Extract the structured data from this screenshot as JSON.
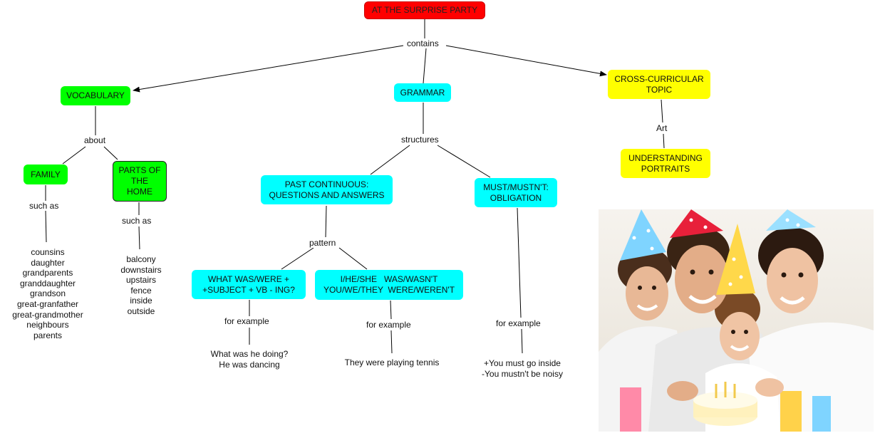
{
  "root": {
    "label": "AT THE SURPRISE PARTY"
  },
  "links": {
    "contains": "contains",
    "about": "about",
    "such_as_1": "such as",
    "such_as_2": "such as",
    "structures": "structures",
    "pattern": "pattern",
    "for_example_1": "for example",
    "for_example_2": "for example",
    "for_example_3": "for example",
    "art": "Art"
  },
  "nodes": {
    "vocabulary": "VOCABULARY",
    "grammar": "GRAMMAR",
    "cross_curricular": [
      "CROSS-CURRICULAR",
      "TOPIC"
    ],
    "family": "FAMILY",
    "parts_of_home": [
      "PARTS OF",
      "THE",
      "HOME"
    ],
    "past_continuous": [
      "PAST CONTINUOUS:",
      "QUESTIONS AND ANSWERS"
    ],
    "must_mustnt": [
      "MUST/MUSTN'T:",
      "OBLIGATION"
    ],
    "what_was": [
      "WHAT WAS/WERE +",
      "+SUBJECT + VB - ING?"
    ],
    "i_he_she": [
      "I/HE/SHE   WAS/WASN'T",
      "YOU/WE/THEY  WERE/WEREN'T"
    ],
    "understanding_portraits": [
      "UNDERSTANDING",
      "PORTRAITS"
    ]
  },
  "lists": {
    "family_words": [
      "counsins",
      "daughter",
      "grandparents",
      "granddaughter",
      "grandson",
      "great-granfather",
      "great-grandmother",
      "neighbours",
      "parents"
    ],
    "home_words": [
      "balcony",
      "downstairs",
      "upstairs",
      "fence",
      "inside",
      "outside"
    ],
    "question_example": [
      "What was he doing?",
      "He was dancing"
    ],
    "answer_example": [
      "They were playing tennis"
    ],
    "must_example": [
      "+You must go inside",
      "-You mustn't be noisy"
    ]
  },
  "colors": {
    "root": "#ff0000",
    "vocabulary": "#00ff00",
    "grammar": "#00ffff",
    "cross_curricular": "#ffff00"
  },
  "photo": {
    "icon": "family-party-photo"
  }
}
